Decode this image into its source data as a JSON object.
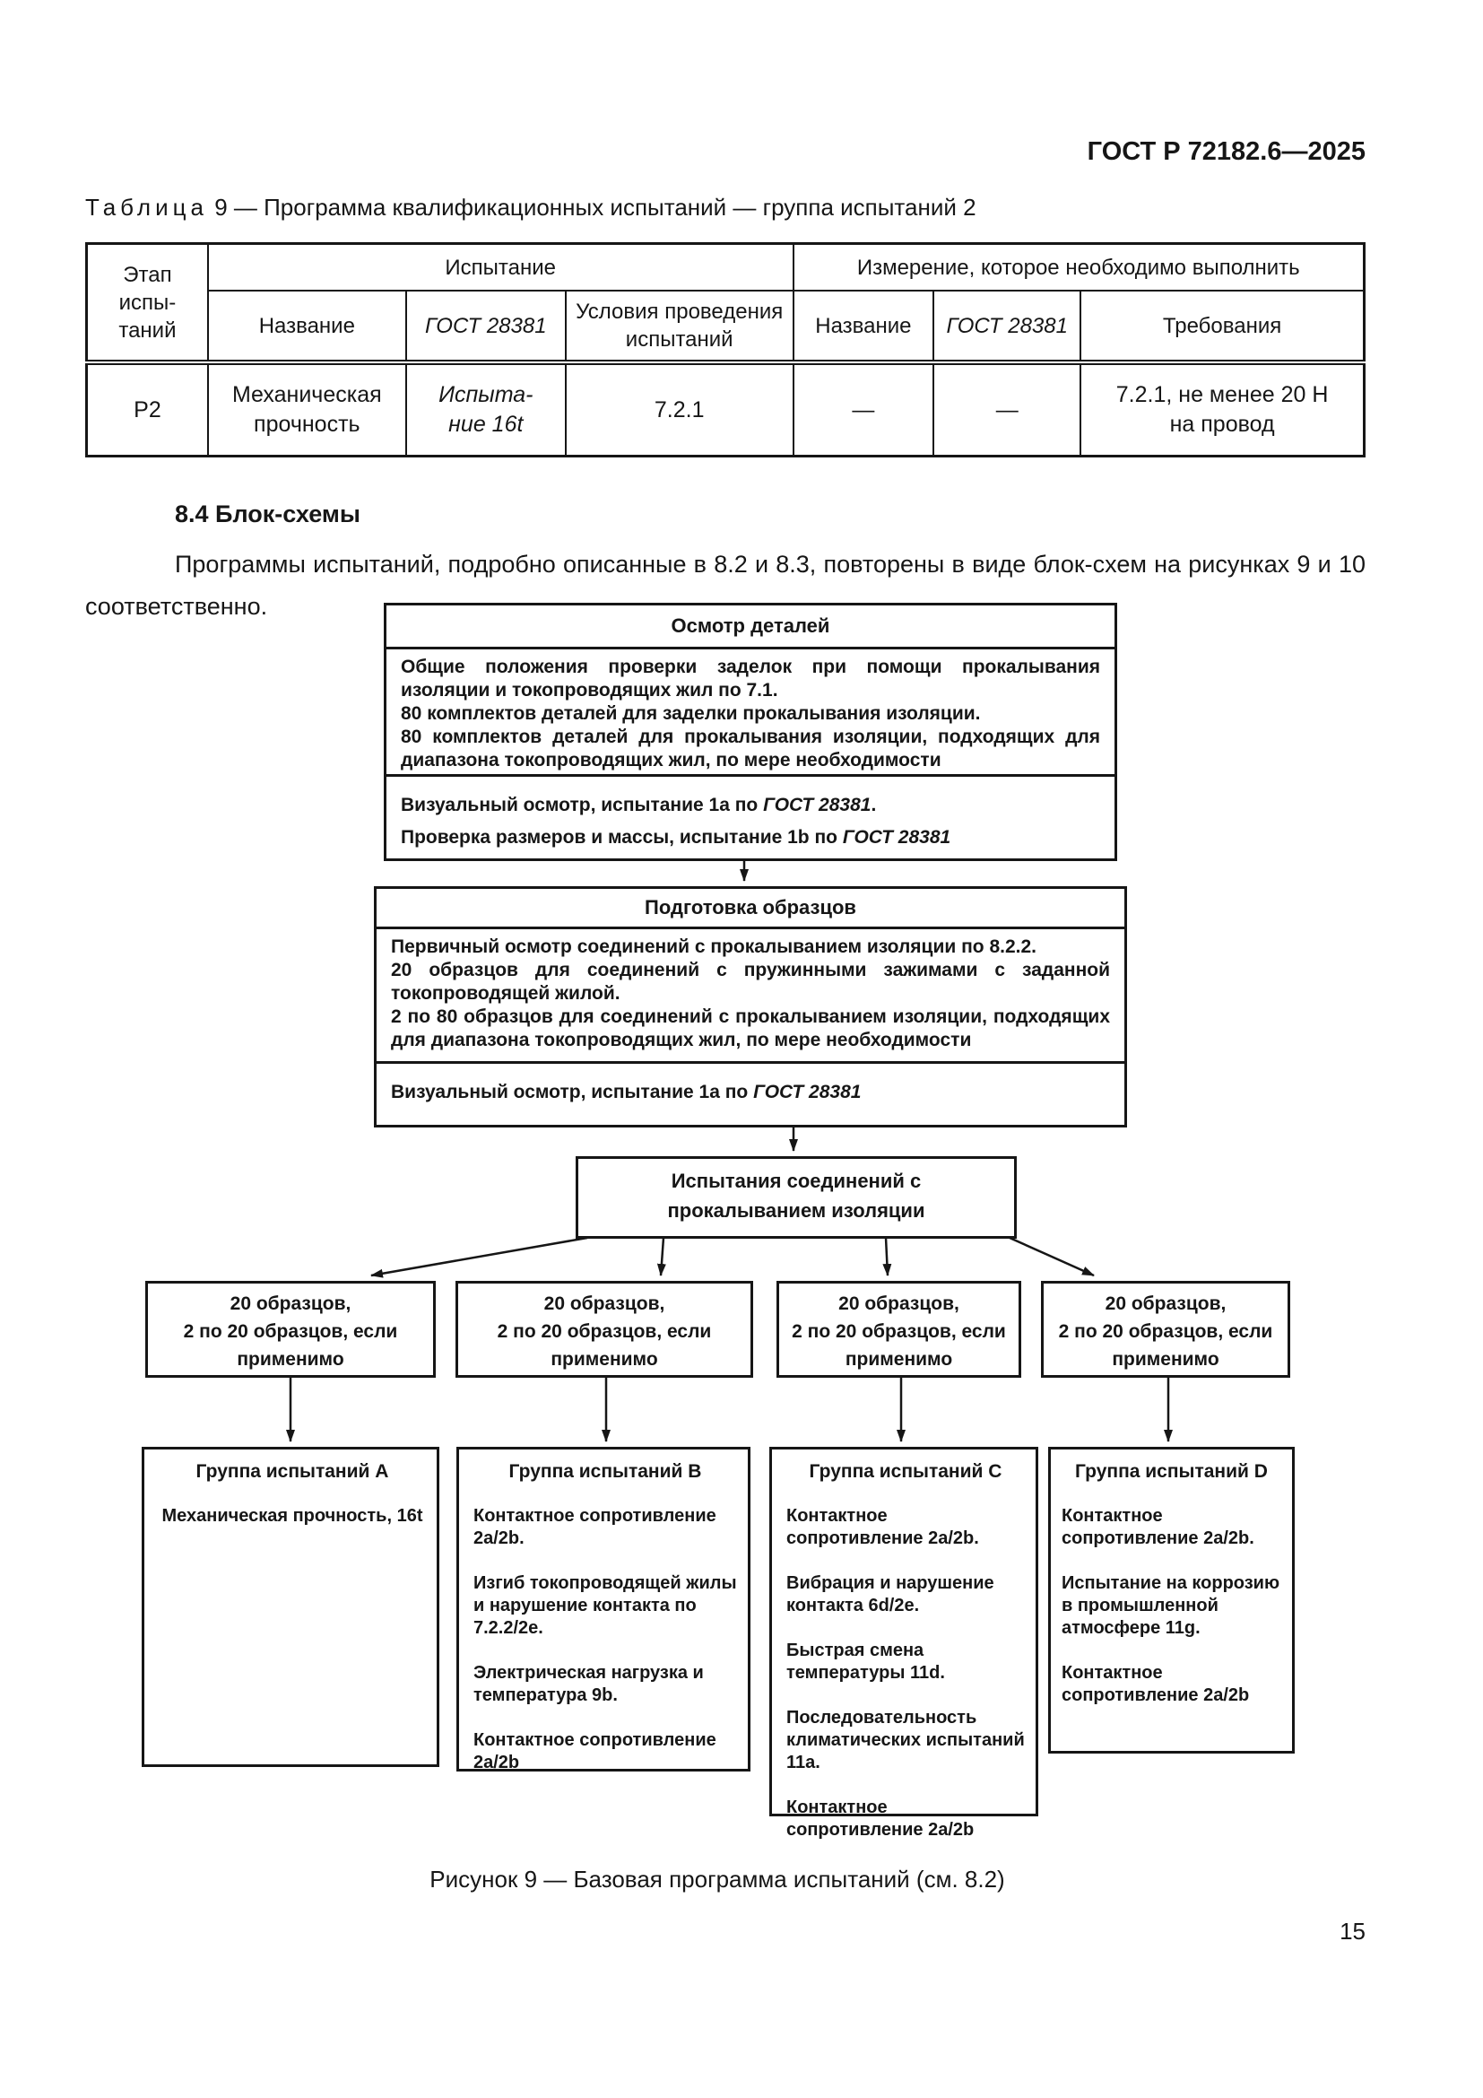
{
  "page": {
    "doc_number": "ГОСТ Р 72182.6—2025",
    "page_number": "15"
  },
  "table9": {
    "caption_word": "Таблица",
    "caption_num": "9",
    "caption_rest": "— Программа квалификационных испытаний — группа испытаний 2",
    "header": {
      "stage": "Этап\nиспы-\nтаний",
      "test_group": "Испытание",
      "measure_group": "Измерение, которое необходимо выполнить",
      "cols": [
        "Название",
        "ГОСТ 28381",
        "Условия проведения испытаний",
        "Название",
        "ГОСТ 28381",
        "Требования"
      ]
    },
    "row": {
      "stage": "Р2",
      "name": "Механическая\nпрочность",
      "gost": "Испыта-\nние 16t",
      "conditions": "7.2.1",
      "m_name": "—",
      "m_gost": "—",
      "requirements": "7.2.1, не менее 20 Н\nна провод"
    }
  },
  "section": {
    "heading": "8.4 Блок-схемы",
    "paragraph": "Программы испытаний, подробно описанные в 8.2 и 8.3, повторены в виде блок-схем на рисунках 9 и 10 соответственно."
  },
  "flowchart": {
    "b1": {
      "title": "Осмотр деталей",
      "body": [
        "Общие положения проверки заделок при помощи прокалывания изоляции и токопроводящих жил по 7.1.",
        "80 комплектов деталей для заделки прокалывания изоляции.",
        "80 комплектов деталей для прокалывания изоляции, подходящих для диапазона токопроводящих жил, по мере необходимости"
      ],
      "note1": {
        "pre": "Визуальный осмотр, испытание 1a по ",
        "ref": "ГОСТ 28381",
        "post": "."
      },
      "note2": {
        "pre": "Проверка размеров и массы, испытание 1b по ",
        "ref": "ГОСТ 28381",
        "post": ""
      }
    },
    "b2": {
      "title": "Подготовка образцов",
      "body": [
        "Первичный осмотр соединений с прокалыванием изоляции по 8.2.2.",
        "20 образцов для соединений с пружинными зажимами с заданной токопроводящей жилой.",
        "2 по 80 образцов для соединений с прокалыванием изоляции, подходящих для диапазона токопроводящих жил, по мере необходимости"
      ],
      "note1": {
        "pre": "Визуальный осмотр, испытание 1a по ",
        "ref": "ГОСТ 28381",
        "post": ""
      }
    },
    "b3": {
      "title": "Испытания соединений с прокалыванием изоляции"
    },
    "samples": [
      "20 образцов,\n2 по 20 образцов, если\nприменимо",
      "20 образцов,\n2 по 20 образцов, если\nприменимо",
      "20 образцов,\n2 по 20 образцов, если\nприменимо",
      "20 образцов,\n2 по 20 образцов, если\nприменимо"
    ],
    "groups": [
      {
        "title": "Группа испытаний A",
        "items": [
          "Механическая прочность, 16t"
        ]
      },
      {
        "title": "Группа испытаний B",
        "items": [
          "Контактное сопротивление 2a/2b.",
          "Изгиб токопроводящей жилы и нарушение контакта по 7.2.2/2e.",
          "Электрическая нагрузка и температура 9b.",
          "Контактное сопротивление 2a/2b"
        ]
      },
      {
        "title": "Группа испытаний C",
        "items": [
          "Контактное сопротивление 2a/2b.",
          "Вибрация и нарушение контакта 6d/2e.",
          "Быстрая смена температуры 11d.",
          "Последовательность климатических испытаний 11a.",
          "Контактное сопротивление 2a/2b"
        ]
      },
      {
        "title": "Группа испытаний D",
        "items": [
          "Контактное сопротивление 2a/2b.",
          "Испытание на коррозию в промышленной атмосфере 11g.",
          "Контактное сопротивление 2a/2b"
        ]
      }
    ]
  },
  "figure": {
    "caption": "Рисунок 9 — Базовая программа испытаний (см. 8.2)"
  }
}
